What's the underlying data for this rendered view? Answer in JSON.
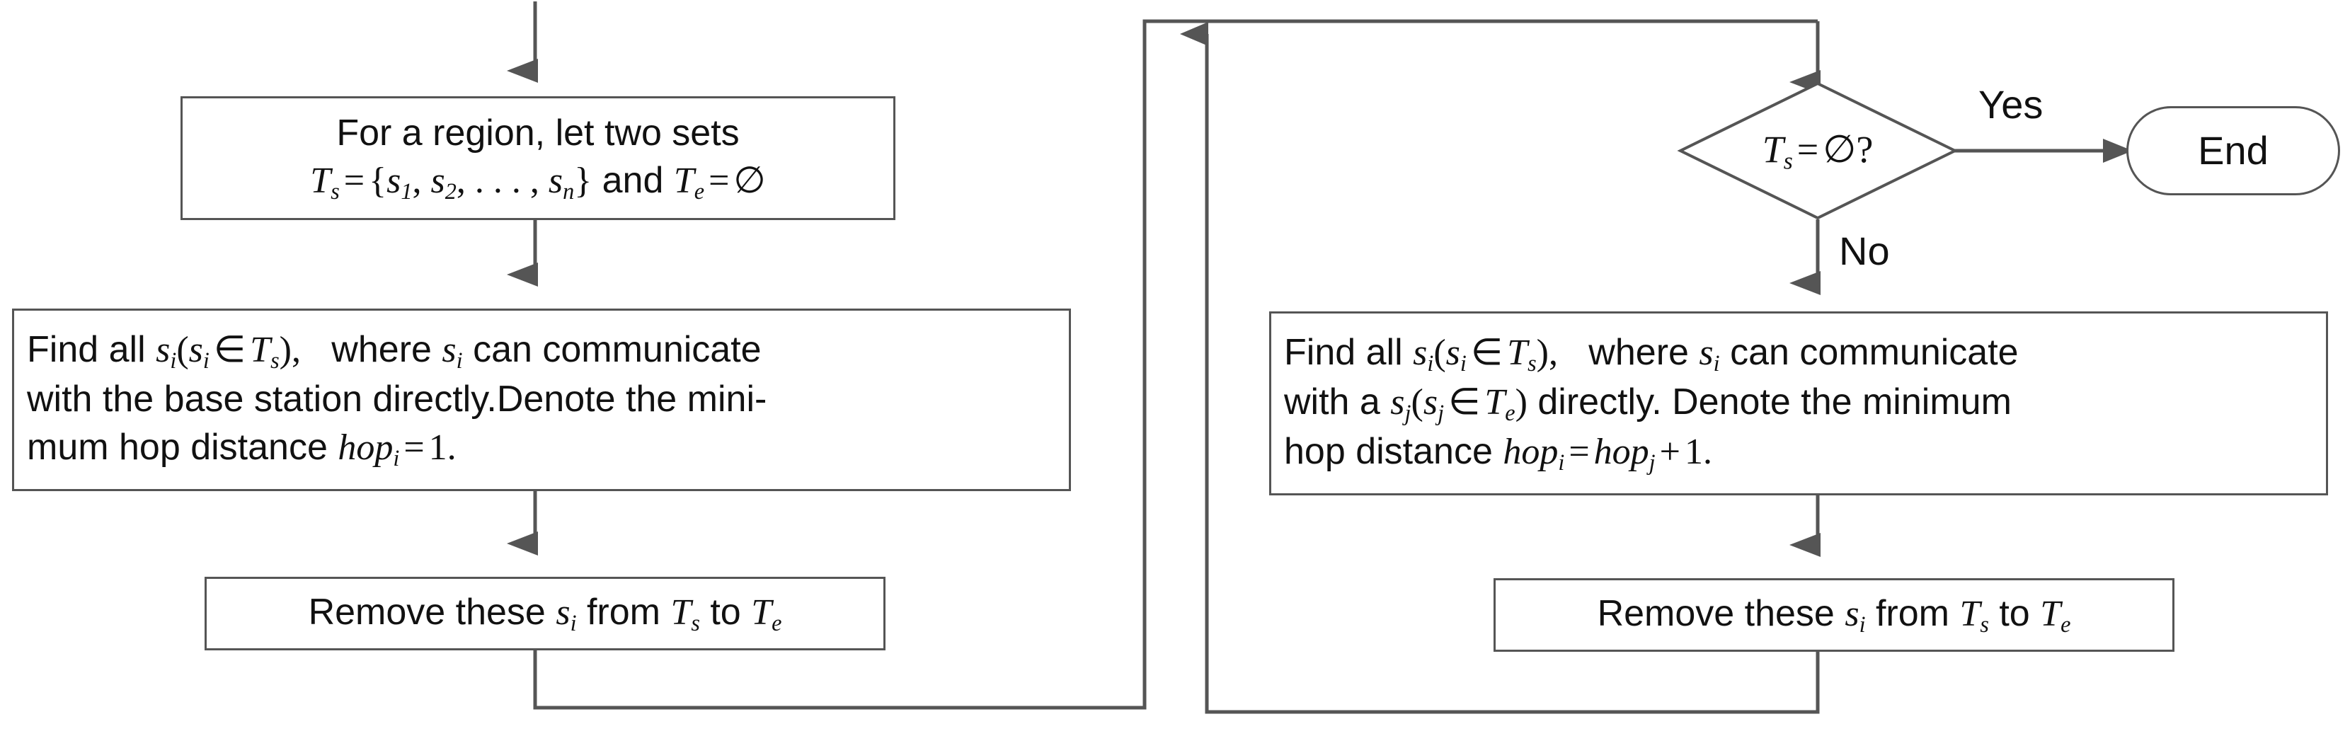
{
  "diagram": {
    "type": "flowchart",
    "title": "Minimum hop distance computation flowchart",
    "stroke_color": "#555555",
    "text_color": "#111111",
    "background": "#ffffff"
  },
  "left_panel": {
    "init_box": {
      "name": "initialize-sets",
      "line1": "For a region, let two sets",
      "line2_parts": {
        "t_s": "T",
        "t_s_sub": "s",
        "eq": "=",
        "set": "{s₁, s₂, … , sₙ}",
        "and": "and",
        "t_e": "T",
        "t_e_sub": "e",
        "eq2": "=",
        "empty": "∅"
      },
      "plain_text": "For a region, let two sets Ts = {s1, s2, ..., sn} and Te = ∅"
    },
    "find_box": {
      "name": "find-one-hop-nodes",
      "line1": "Find all sᵢ(sᵢ ∈ Tₛ),   where sᵢ can communicate",
      "line2": "with the base station directly. Denote the mini-",
      "line3": "mum hop distance hopᵢ = 1.",
      "plain_text": "Find all si(si ∈ Ts), where si can communicate with the base station directly. Denote the minimum hop distance hopi = 1."
    },
    "remove_box": {
      "name": "remove-nodes-left",
      "plain_text": "Remove these si from Ts to Te"
    }
  },
  "right_panel": {
    "decision": {
      "name": "is-ts-empty",
      "plain_text": "Ts = ∅?",
      "yes_label": "Yes",
      "no_label": "No"
    },
    "end_node": {
      "name": "end-terminator",
      "label": "End"
    },
    "find_box": {
      "name": "find-multi-hop-nodes",
      "line1": "Find all sᵢ(sᵢ ∈ Tₛ),   where sᵢ can communicate",
      "line2": "with a sⱼ(sⱼ ∈ Tₑ) directly. Denote the minimum",
      "line3": "hop distance hopᵢ = hopⱼ + 1.",
      "plain_text": "Find all si(si ∈ Ts), where si can communicate with a sj(sj ∈ Te) directly. Denote the minimum hop distance hopi = hopj + 1."
    },
    "remove_box": {
      "name": "remove-nodes-right",
      "plain_text": "Remove these si from Ts to Te"
    }
  },
  "symbols": {
    "T": "T",
    "s": "s",
    "e": "e",
    "i": "i",
    "j": "j",
    "n": "n",
    "equals": "=",
    "emptyset": "∅",
    "element_of": "∈",
    "lbrace": "{",
    "rbrace": "}",
    "lparen": "(",
    "rparen": ")",
    "comma": ",",
    "dots": "…",
    "one": "1",
    "plus": "+",
    "question": "?",
    "period": ".",
    "hop": "hop"
  },
  "labels": {
    "find_all": "Find all",
    "where": "where",
    "can_communicate": "can communicate",
    "with_the_base_station": "with the base station directly.",
    "with_a": "with a",
    "directly": "directly.",
    "denote_the_mini": "Denote the mini-",
    "denote_the_minimum": "Denote the minimum",
    "mum_hop_distance": "mum hop distance",
    "hop_distance": "hop distance",
    "remove_these": "Remove these",
    "from": "from",
    "to": "to",
    "for_a_region": "For a region, let two sets",
    "and": "and"
  }
}
